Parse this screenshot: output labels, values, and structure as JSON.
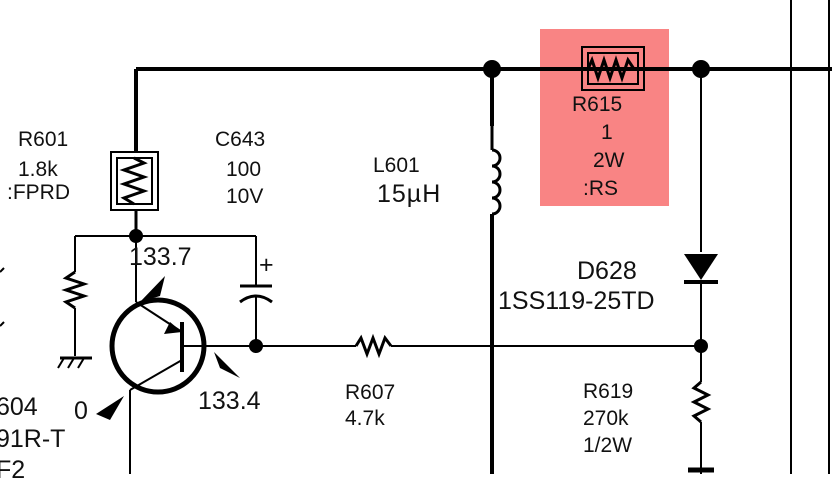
{
  "highlight_color": "#f98484",
  "components": {
    "r601": {
      "ref": "R601",
      "value": "1.8k",
      "type": ":FPRD"
    },
    "c643": {
      "ref": "C643",
      "value": "100",
      "voltage": "10V"
    },
    "l601": {
      "ref": "L601",
      "value": "15µH"
    },
    "r615": {
      "ref": "R615",
      "value": "1",
      "power": "2W",
      "type": ":RS"
    },
    "d628": {
      "ref": "D628",
      "part": "1SS119-25TD"
    },
    "r607": {
      "ref": "R607",
      "value": "4.7k"
    },
    "r619": {
      "ref": "R619",
      "value": "270k",
      "power": "1/2W"
    },
    "q_partial": {
      "ref": "604",
      "part": "91R-T",
      "extra": "F2"
    }
  },
  "voltages": {
    "base_node": "133.7",
    "emitter_node": "133.4",
    "collector_node": "0"
  },
  "symbols": {
    "plus": "+"
  }
}
